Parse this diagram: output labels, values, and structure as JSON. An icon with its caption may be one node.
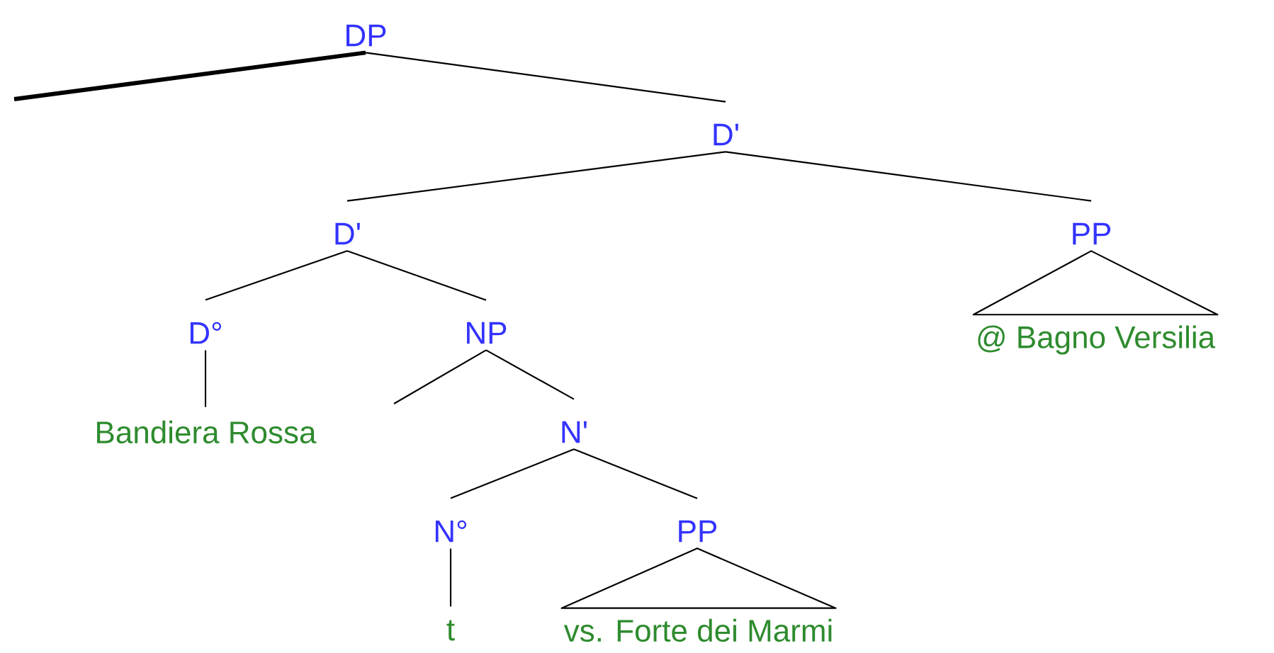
{
  "diagram": {
    "nodes": [
      {
        "text": [
          "DP"
        ]
      },
      {
        "text": [
          "D'"
        ]
      },
      {
        "text": [
          "D'"
        ]
      },
      {
        "text": [
          "PP"
        ]
      },
      {
        "text": [
          "@ Bagno Versilia"
        ]
      },
      {
        "text": [
          "D°"
        ]
      },
      {
        "text": [
          "NP"
        ]
      },
      {
        "text": [
          "Bandiera Rossa"
        ]
      },
      {
        "text": [
          "N'"
        ]
      },
      {
        "text": [
          "N°"
        ]
      },
      {
        "text": [
          "PP"
        ]
      },
      {
        "text": [
          "t"
        ]
      },
      {
        "text": [
          "vs. Forte dei Marmi"
        ]
      }
    ],
    "edges": [
      {
        "from": 0,
        "to": null,
        "arrow": "none",
        "style": "thick"
      },
      {
        "from": 0,
        "to": 1,
        "arrow": "none"
      },
      {
        "from": 1,
        "to": 2,
        "arrow": "none"
      },
      {
        "from": 1,
        "to": 3,
        "arrow": "none"
      },
      {
        "from": 3,
        "to": 4,
        "arrow": "none"
      },
      {
        "from": 2,
        "to": 5,
        "arrow": "none"
      },
      {
        "from": 2,
        "to": 6,
        "arrow": "none"
      },
      {
        "from": 5,
        "to": 7,
        "arrow": "none"
      },
      {
        "from": 6,
        "to": null,
        "arrow": "none"
      },
      {
        "from": 6,
        "to": 8,
        "arrow": "none"
      },
      {
        "from": 8,
        "to": 9,
        "arrow": "none"
      },
      {
        "from": 8,
        "to": 10,
        "arrow": "none"
      },
      {
        "from": 9,
        "to": 11,
        "arrow": "none"
      },
      {
        "from": 10,
        "to": 12,
        "arrow": "none"
      }
    ]
  }
}
